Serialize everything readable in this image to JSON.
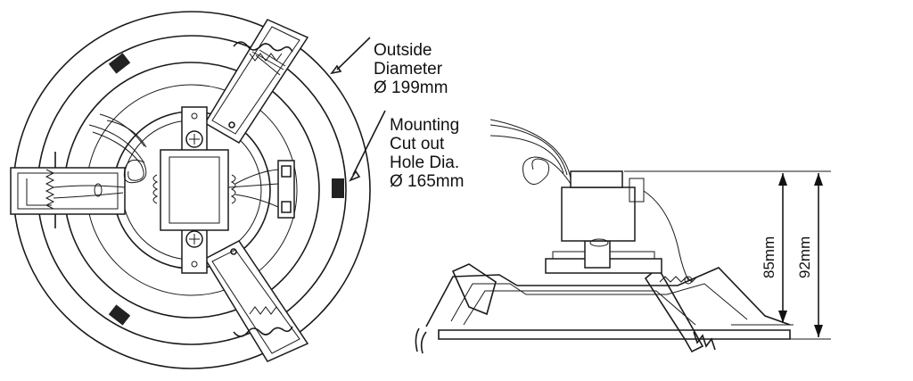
{
  "front_view": {
    "outside_diameter": {
      "line1": "Outside",
      "line2": "Diameter",
      "line3": "Ø 199mm"
    },
    "cutout": {
      "line1": "Mounting",
      "line2": "Cut out",
      "line3": "Hole Dia.",
      "line4": "Ø 165mm"
    }
  },
  "side_view": {
    "dim_inner": "85mm",
    "dim_outer": "92mm"
  }
}
